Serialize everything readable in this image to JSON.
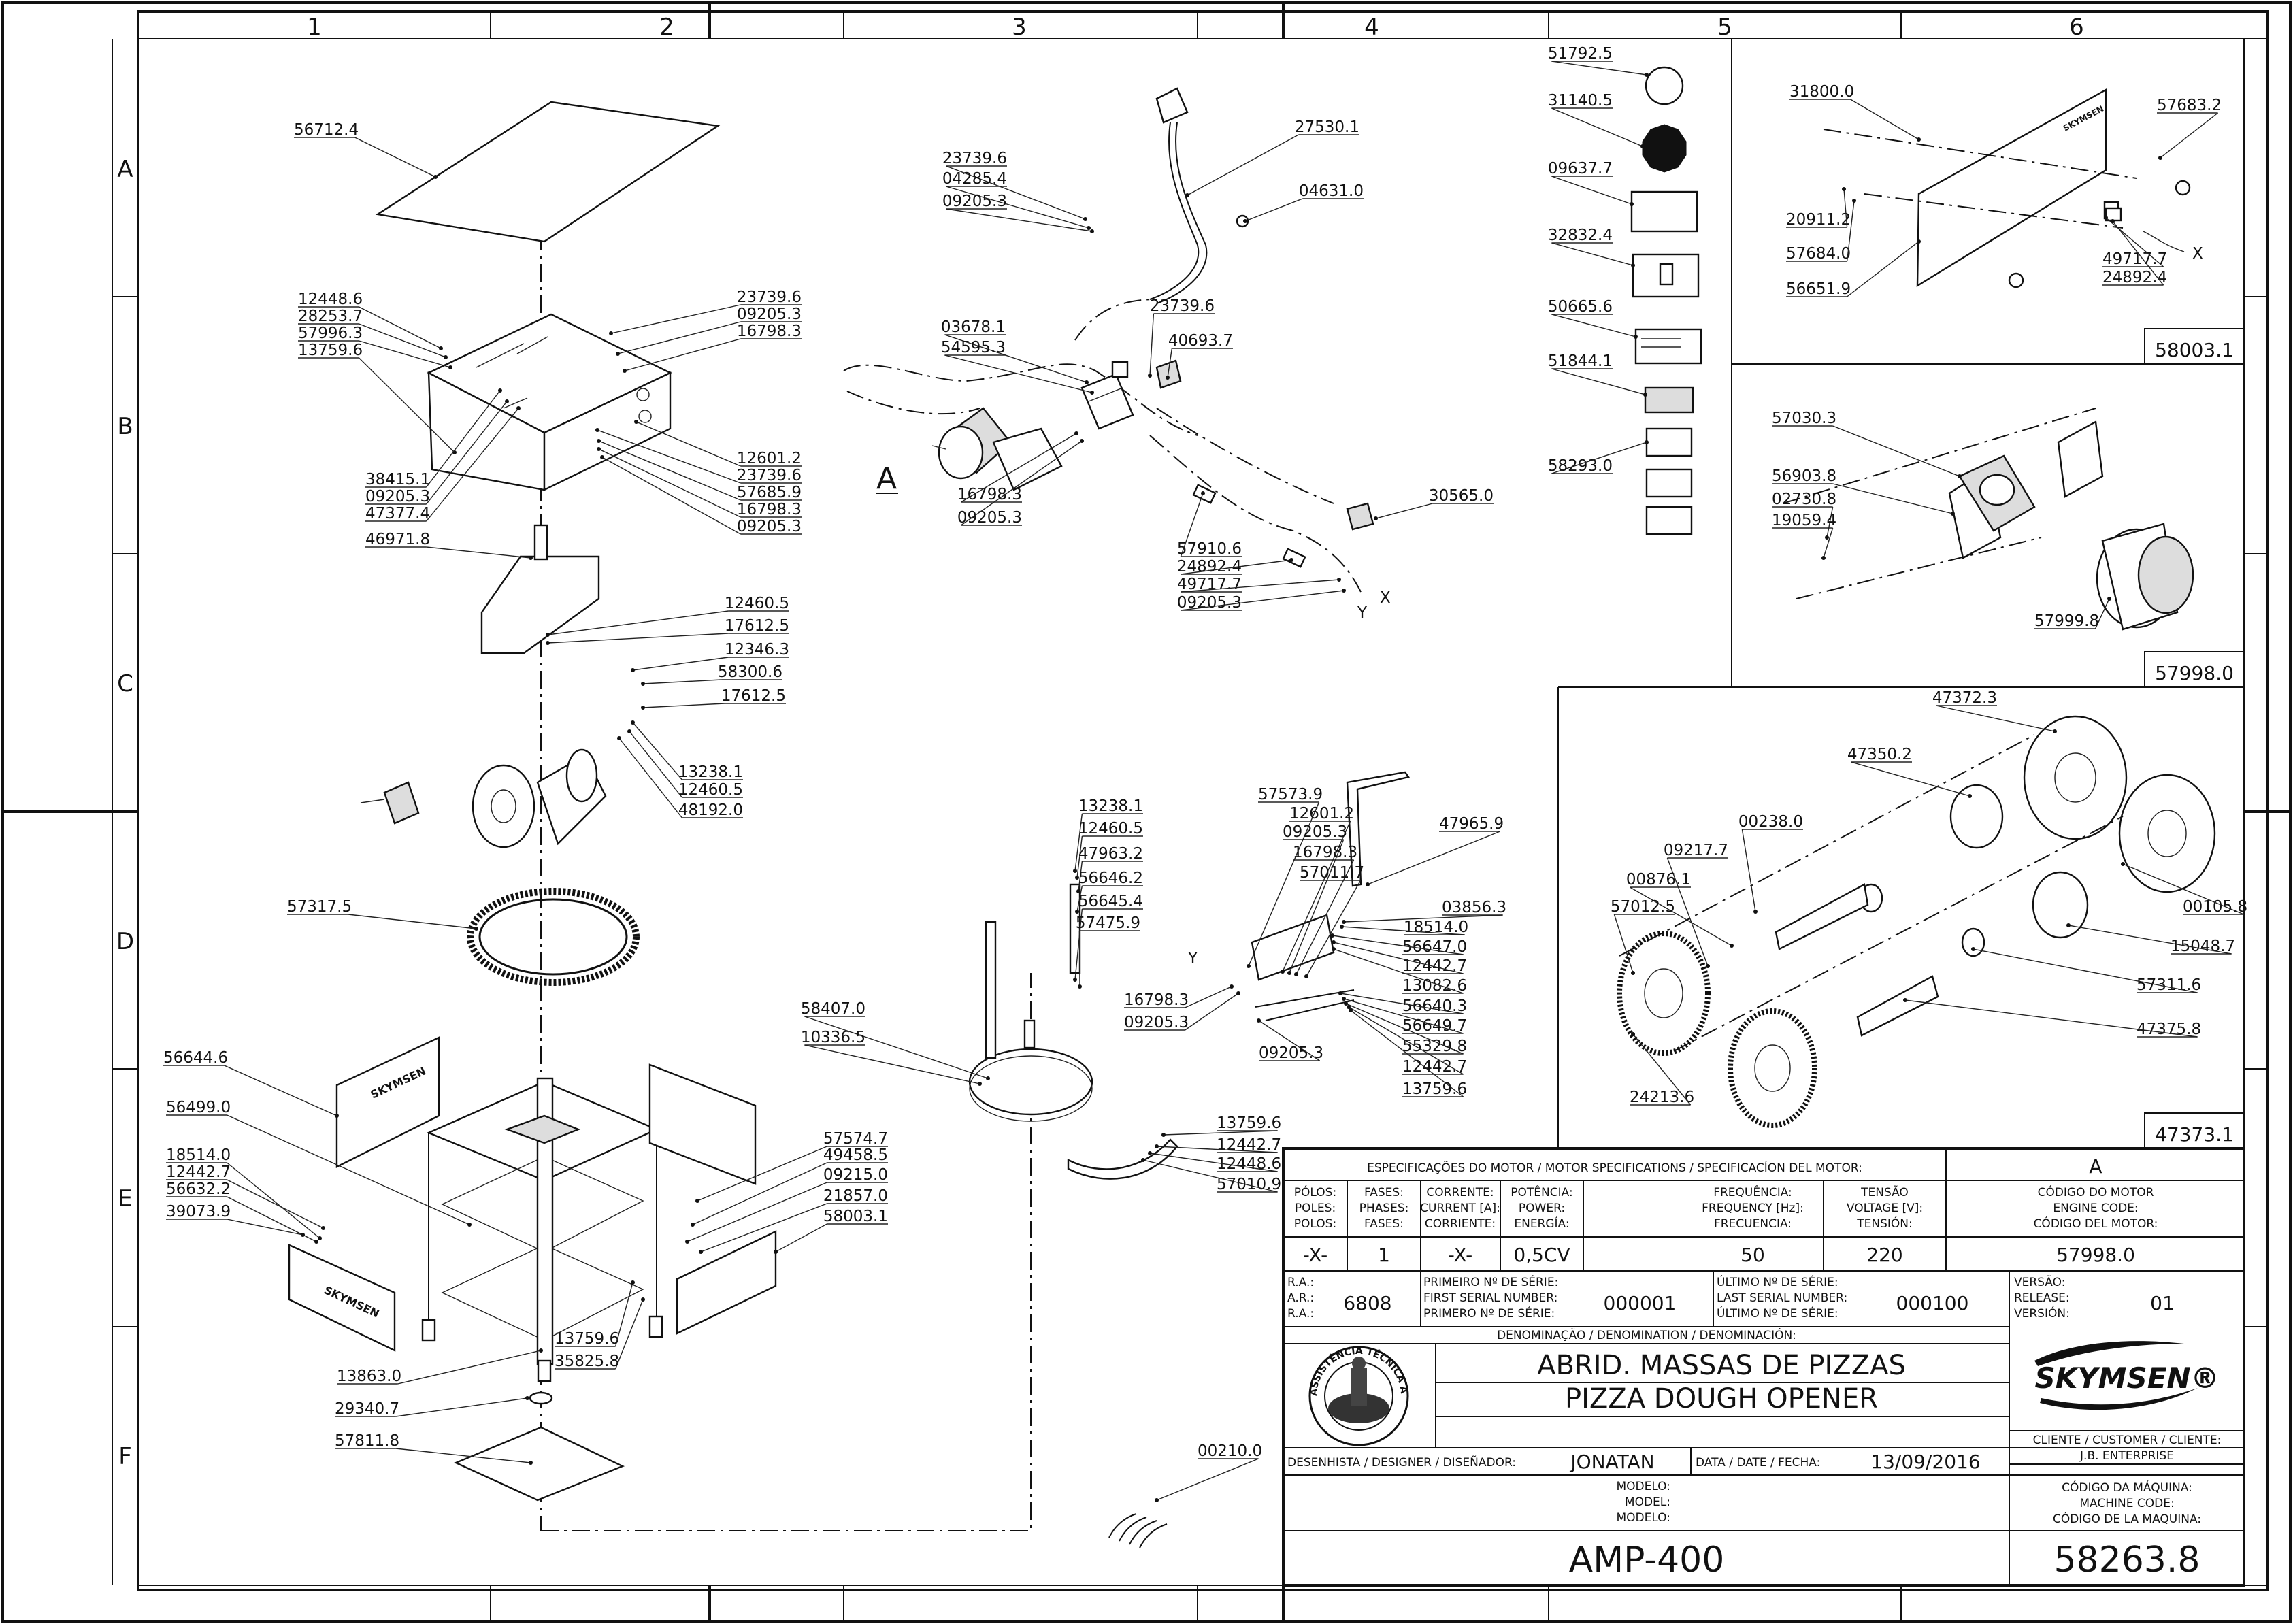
{
  "grid": {
    "columns": [
      "1",
      "2",
      "3",
      "4",
      "5",
      "6"
    ],
    "rows": [
      "A",
      "B",
      "C",
      "D",
      "E",
      "F"
    ]
  },
  "part_labels": [
    "56712.4",
    "12448.6",
    "28253.7",
    "57996.3",
    "13759.6",
    "23739.6",
    "09205.3",
    "16798.3",
    "38415.1",
    "09205.3",
    "47377.4",
    "46971.8",
    "12601.2",
    "23739.6",
    "57685.9",
    "16798.3",
    "09205.3",
    "12460.5",
    "17612.5",
    "12346.3",
    "58300.6",
    "17612.5",
    "13238.1",
    "12460.5",
    "48192.0",
    "57317.5",
    "56644.6",
    "56499.0",
    "18514.0",
    "12442.7",
    "56632.2",
    "39073.9",
    "57574.7",
    "49458.5",
    "09215.0",
    "21857.0",
    "58003.1",
    "13759.6",
    "35825.8",
    "13863.0",
    "29340.7",
    "57811.8",
    "23739.6",
    "04285.4",
    "09205.3",
    "27530.1",
    "04631.0",
    "23739.6",
    "40693.7",
    "03678.1",
    "54595.3",
    "16798.3",
    "09205.3",
    "30565.0",
    "57910.6",
    "24892.4",
    "49717.7",
    "09205.3",
    "13238.1",
    "12460.5",
    "47963.2",
    "56646.2",
    "56645.4",
    "57475.9",
    "58407.0",
    "10336.5",
    "57573.9",
    "12601.2",
    "09205.3",
    "16798.3",
    "57011.7",
    "47965.9",
    "03856.3",
    "18514.0",
    "56647.0",
    "12442.7",
    "13082.6",
    "56640.3",
    "56649.7",
    "55329.8",
    "12442.7",
    "13759.6",
    "16798.3",
    "09205.3",
    "09205.3",
    "13759.6",
    "12442.7",
    "12448.6",
    "57010.9",
    "00210.0",
    "51792.5",
    "31140.5",
    "09637.7",
    "32832.4",
    "50665.6",
    "51844.1",
    "58293.0",
    "31800.0",
    "57683.2",
    "20911.2",
    "57684.0",
    "56651.9",
    "49717.7",
    "24892.4",
    "57030.3",
    "56903.8",
    "02730.8",
    "19059.4",
    "57999.8",
    "47372.3",
    "47350.2",
    "00238.0",
    "09217.7",
    "00876.1",
    "57012.5",
    "00105.8",
    "15048.7",
    "57311.6",
    "47375.8",
    "24213.6"
  ],
  "marks": {
    "view_a": "A",
    "y1": "Y",
    "x1": "X",
    "y2": "Y",
    "x2": "X"
  },
  "assemblies": {
    "a1": "58003.1",
    "a2": "57998.0",
    "a3": "47373.1"
  },
  "title_block": {
    "revision": "A",
    "motor_spec_header": "ESPECIFICAÇÕES DO MOTOR / MOTOR SPECIFICATIONS / SPECIFICACÍON DEL MOTOR:",
    "spec_headers": [
      [
        "PÓLOS:",
        "POLES:",
        "POLOS:"
      ],
      [
        "FASES:",
        "PHASES:",
        "FASES:"
      ],
      [
        "CORRENTE:",
        "CURRENT [A]:",
        "CORRIENTE:"
      ],
      [
        "POTÊNCIA:",
        "POWER:",
        "ENERGÍA:"
      ],
      [
        "FREQUÊNCIA:",
        "FREQUENCY [Hz]:",
        "FRECUENCIA:"
      ],
      [
        "TENSÃO",
        "VOLTAGE [V]:",
        "TENSIÓN:"
      ],
      [
        "CÓDIGO DO MOTOR",
        "ENGINE CODE:",
        "CÓDIGO DEL MOTOR:"
      ]
    ],
    "spec_values": [
      "-X-",
      "1",
      "-X-",
      "0,5CV",
      "50",
      "220",
      "57998.0"
    ],
    "ra_labels": [
      "R.A.:",
      "A.R.:",
      "R.A.:"
    ],
    "ra_value": "6808",
    "first_serial_labels": [
      "PRIMEIRO Nº DE SÉRIE:",
      "FIRST SERIAL NUMBER:",
      "PRIMERO Nº DE SÉRIE:"
    ],
    "first_serial_value": "000001",
    "last_serial_labels": [
      "ÚLTIMO Nº DE SÉRIE:",
      "LAST SERIAL NUMBER:",
      "ÚLTIMO Nº DE SÉRIE:"
    ],
    "last_serial_value": "000100",
    "version_labels": [
      "VERSÃO:",
      "RELEASE:",
      "VERSIÓN:"
    ],
    "version_value": "01",
    "denomination_header": "DENOMINAÇÃO / DENOMINATION / DENOMINACIÓN:",
    "name_pt": "ABRID. MASSAS DE PIZZAS",
    "name_en": "PIZZA DOUGH OPENER",
    "brand": "SKYMSEN®",
    "seal_text": "ASSISTÊNCIA TÉCNICA AUTORIZADA",
    "client_label": "CLIENTE / CUSTOMER / CLIENTE:",
    "client_value": "J.B. ENTERPRISE",
    "designer_label": "DESENHISTA / DESIGNER / DISEÑADOR:",
    "designer_value": "JONATAN",
    "date_label": "DATA / DATE / FECHA:",
    "date_value": "13/09/2016",
    "model_labels": [
      "MODELO:",
      "MODEL:",
      "MODELO:"
    ],
    "machine_code_labels": [
      "CÓDIGO DA MÁQUINA:",
      "MACHINE CODE:",
      "CÓDIGO DE LA MAQUINA:"
    ],
    "model_value": "AMP-400",
    "machine_code_value": "58263.8"
  },
  "panel_brand": "SKYMSEN"
}
